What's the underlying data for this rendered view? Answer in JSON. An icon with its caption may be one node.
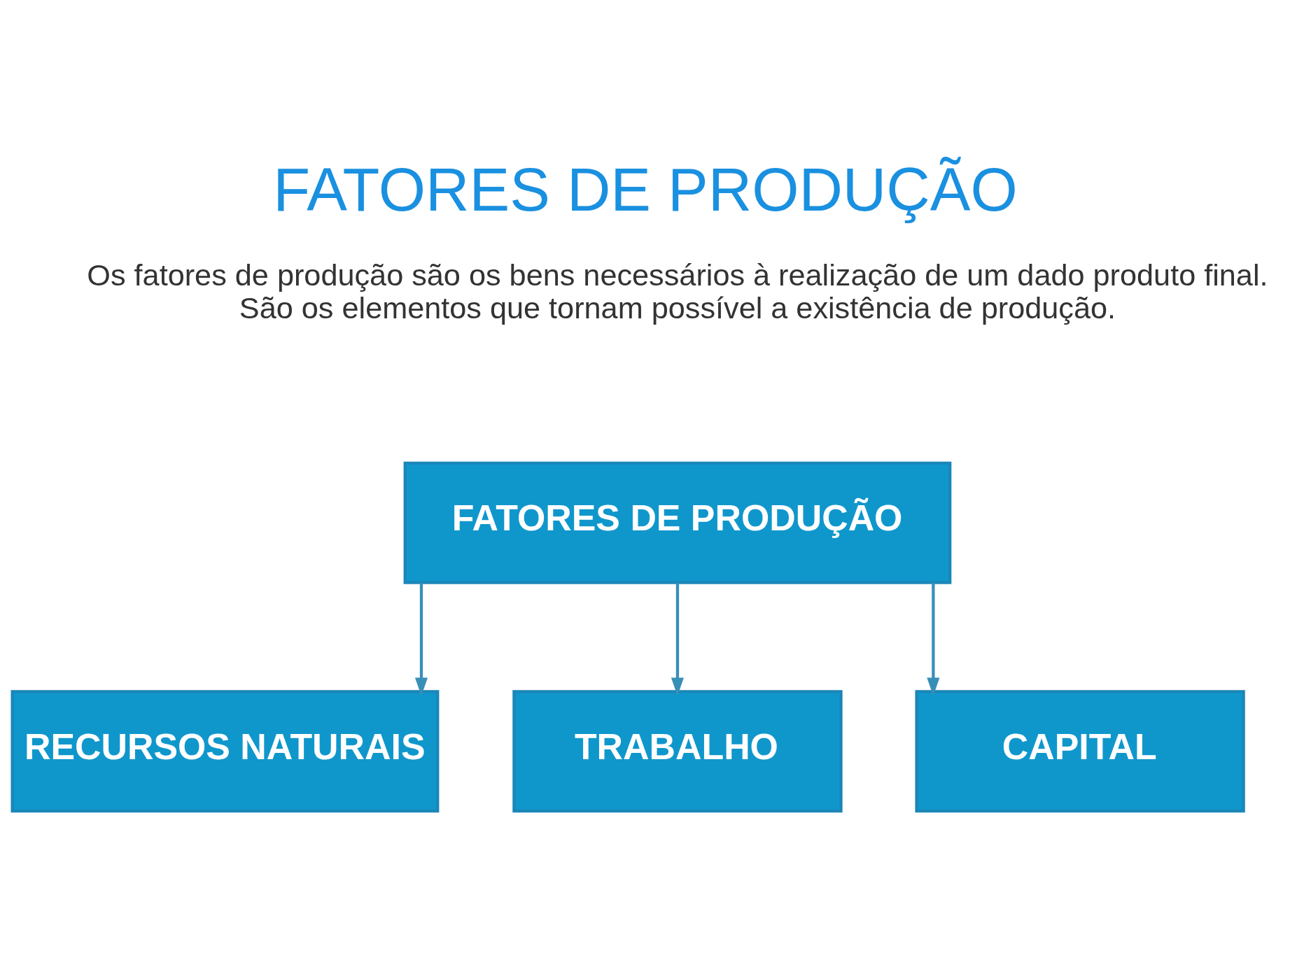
{
  "diagram": {
    "title": "FATORES DE PRODUÇÃO",
    "nodes": [
      {
        "text": [
          "FATORES DE PRODUÇÃO"
        ]
      },
      {
        "text": [
          "RECURSOS NATURAIS"
        ]
      },
      {
        "text": [
          "TRABALHO"
        ]
      },
      {
        "text": [
          "CAPITAL"
        ]
      }
    ],
    "edges": [
      {
        "from": 0,
        "to": 1,
        "arrow": "to"
      },
      {
        "from": 0,
        "to": 2,
        "arrow": "to"
      },
      {
        "from": 0,
        "to": 3,
        "arrow": "to"
      }
    ],
    "labels": [
      "Os fatores de produção são os bens necessários à realização de um dado produto final. São os elementos que tornam possível a existência de produção."
    ]
  }
}
